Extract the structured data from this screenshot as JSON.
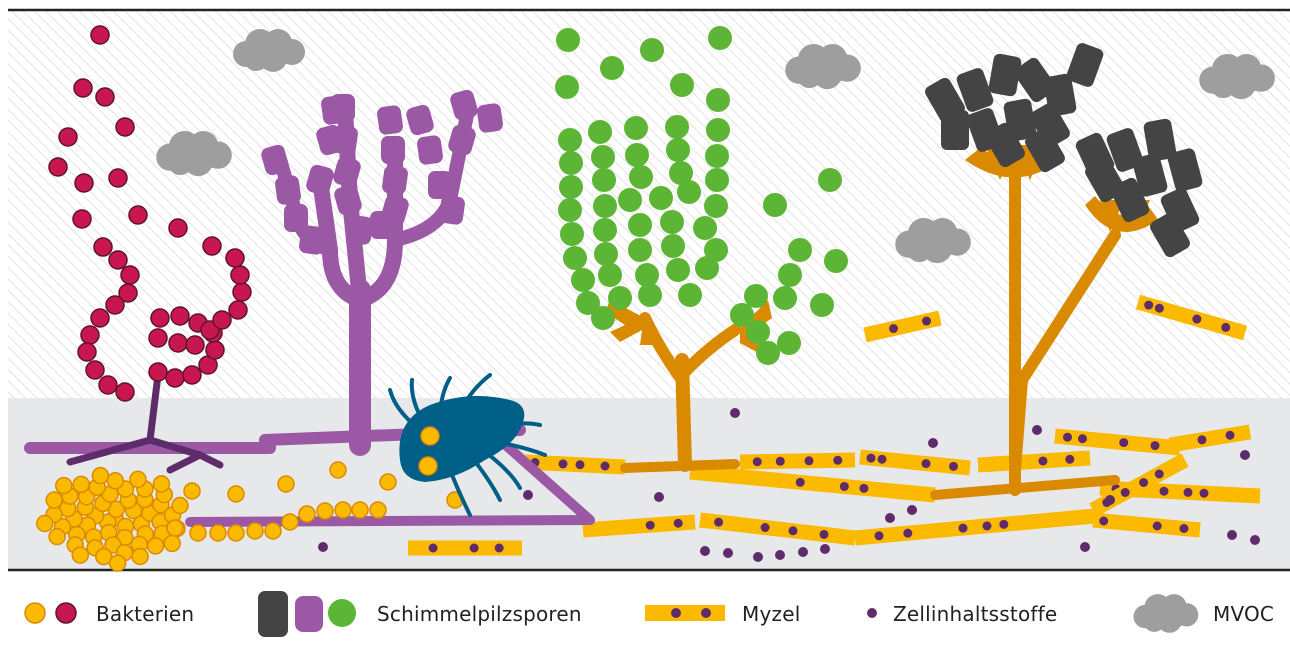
{
  "legend": {
    "bacteria": "Bakterien",
    "spores": "Schimmelpilzsporen",
    "mycelium": "Myzel",
    "cell_contents": "Zellinhaltsstoffe",
    "mvoc": "MVOC"
  },
  "colors": {
    "bacteria_red": "#c8174f",
    "bacteria_yellow": "#fbb900",
    "spore_purple": "#9b59a5",
    "spore_green": "#5cb535",
    "spore_dark": "#444444",
    "mycelium_yellow": "#fbb900",
    "conidiophore_orange": "#d98a00",
    "cell_content_purple": "#5e2c6b",
    "mvoc_gray": "#9e9e9e",
    "mite_blue": "#005f87",
    "substrate_gray": "#e8e9ea"
  },
  "icons": [
    "bacterium-icon",
    "mould-spore-icon",
    "mycelium-icon",
    "cell-content-icon",
    "mvoc-cloud-icon",
    "dust-mite-icon"
  ]
}
